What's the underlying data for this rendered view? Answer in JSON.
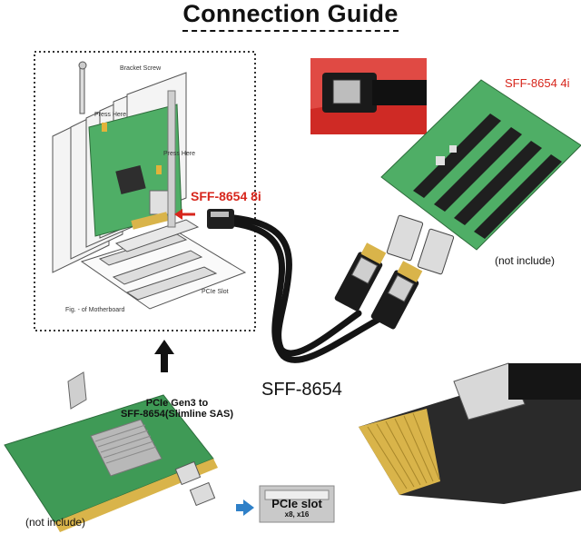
{
  "title": "Connection Guide",
  "labels": {
    "bracket_screw": "Bracket Screw",
    "press_here_1": "Press Here",
    "press_here_2": "Press Here",
    "sff_8i": "SFF-8654 8i",
    "pcie_slot_small": "PCIe Slot",
    "motherboard": "Fig. - of Motherboard",
    "sff_4i": "SFF-8654 4i",
    "not_include_right": "(not include)",
    "cable_label": "SFF-8654",
    "card_title_1": "PCIe Gen3 to",
    "card_title_2": "SFF-8654(Slimline SAS)",
    "not_include_left": "(not include)",
    "pcie_slot_badge": "PCIe slot",
    "pcie_slot_sub": "x8, x16"
  },
  "colors": {
    "red_label": "#d7261c",
    "pcb_green": "#3f9a56",
    "cable_black": "#141414",
    "connector_gold": "#d9b44a"
  }
}
